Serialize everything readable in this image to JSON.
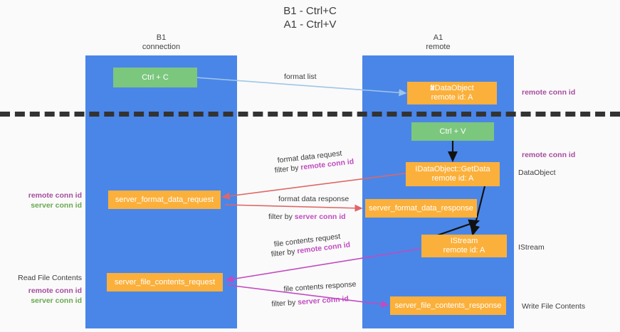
{
  "title": {
    "line1": "B1 - Ctrl+C",
    "line2": "A1 - Ctrl+V"
  },
  "lanes": [
    {
      "id": "b1",
      "name": "B1",
      "role": "connection",
      "color": "#4a86e8"
    },
    {
      "id": "a1",
      "name": "A1",
      "role": "remote",
      "color": "#4a86e8"
    }
  ],
  "nodes": {
    "ctrl_c": {
      "line1": "Ctrl + C",
      "line2": "",
      "color": "#7bc77e"
    },
    "ctrl_v": {
      "line1": "Ctrl + V",
      "line2": "",
      "color": "#7bc77e"
    },
    "idataobject": {
      "line1": "IDataObject",
      "line2": "remote id: A",
      "color": "#fbb03b",
      "garbled_prefix": "f/z/r"
    },
    "getdata": {
      "line1": "IDataObject::GetData",
      "line2": "remote id: A",
      "color": "#fbb03b"
    },
    "istream": {
      "line1": "IStream",
      "line2": "remote id: A",
      "color": "#fbb03b"
    },
    "server_format_data_request": {
      "line1": "server_format_data_request",
      "line2": "",
      "color": "#fbb03b"
    },
    "server_format_data_response": {
      "line1": "server_format_data_response",
      "line2": "",
      "color": "#fbb03b"
    },
    "server_file_contents_request": {
      "line1": "server_file_contents_request",
      "line2": "",
      "color": "#fbb03b"
    },
    "server_file_contents_response": {
      "line1": "server_file_contents_response",
      "line2": "",
      "color": "#fbb03b"
    }
  },
  "edge_labels": {
    "format_list": "format list",
    "format_data_request": "format data request",
    "format_data_request_filter_prefix": "filter by ",
    "format_data_request_filter_key": "remote conn id",
    "format_data_response": "format data response",
    "format_data_response_filter_prefix": "filter by ",
    "format_data_response_filter_key": "server conn id",
    "file_contents_request": "file contents request",
    "file_contents_request_filter_prefix": "filter by ",
    "file_contents_request_filter_key": "remote conn id",
    "file_contents_response": "file contents response",
    "file_contents_response_filter_prefix": "filter by ",
    "file_contents_response_filter_key": "server conn id"
  },
  "annotations": {
    "right_remote_conn_id_top": "remote conn id",
    "right_remote_conn_id_mid": "remote conn id",
    "right_dataobject": "DataObject",
    "right_istream": "IStream",
    "right_write_file_contents": "Write File Contents",
    "left_remote_conn_id_1": "remote conn id",
    "left_server_conn_id_1": "server conn id",
    "left_read_file_contents": "Read File Contents",
    "left_remote_conn_id_2": "remote conn id",
    "left_server_conn_id_2": "server conn id"
  },
  "colors": {
    "lane": "#4a86e8",
    "green_node": "#7bc77e",
    "orange_node": "#fbb03b",
    "purple_text": "#a64d9e",
    "green_text": "#6aa84f",
    "magenta_line": "#c14bc1",
    "red_line": "#e06666",
    "light_blue_line": "#9fc5e8",
    "black_line": "#000000",
    "separator": "#333333",
    "background": "#fafafa"
  }
}
